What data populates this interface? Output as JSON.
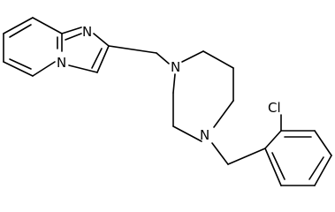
{
  "structure": {
    "atoms": {
      "imidazole_N": "N",
      "bridge_N": "N",
      "piperazine_N_top": "N",
      "piperazine_N_bottom": "N",
      "chlorine": "Cl"
    },
    "colors": {
      "bond": "#000000",
      "label": "#000000",
      "background": "#ffffff"
    }
  }
}
